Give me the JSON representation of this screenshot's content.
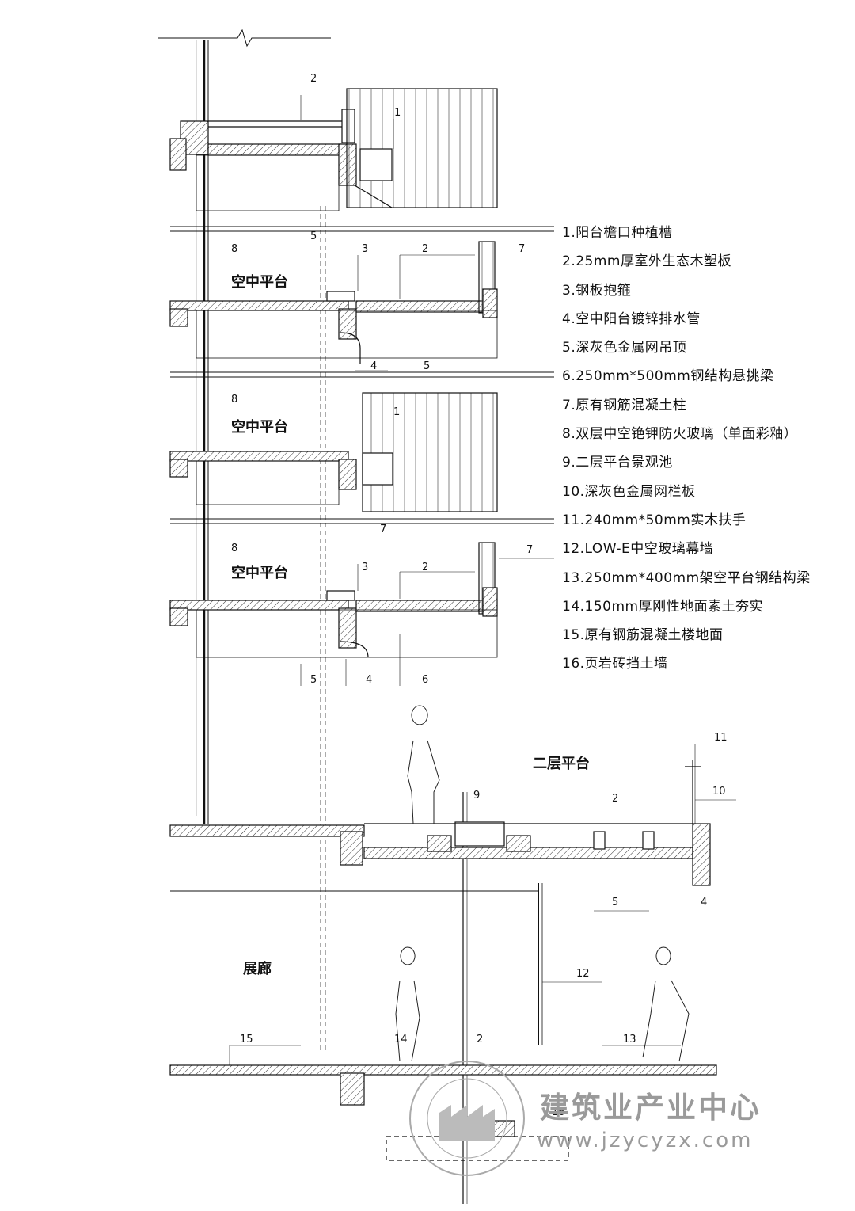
{
  "legend": [
    "1.阳台檐口种植槽",
    "2.25mm厚室外生态木塑板",
    "3.钢板抱箍",
    "4.空中阳台镀锌排水管",
    "5.深灰色金属网吊顶",
    "6.250mm*500mm钢结构悬挑梁",
    "7.原有钢筋混凝土柱",
    "8.双层中空铯钾防火玻璃（单面彩釉）",
    "9.二层平台景观池",
    "10.深灰色金属网栏板",
    "11.240mm*50mm实木扶手",
    "12.LOW-E中空玻璃幕墙",
    "13.250mm*400mm架空平台钢结构梁",
    "14.150mm厚刚性地面素土夯实",
    "15.原有钢筋混凝土楼地面",
    "16.页岩砖挡土墙"
  ],
  "rooms": {
    "sky1": "空中平台",
    "sky2": "空中平台",
    "sky3": "空中平台",
    "level2": "二层平台",
    "gallery": "展廊"
  },
  "callouts": {
    "a": "2",
    "b": "1",
    "c": "5",
    "d": "8",
    "e": "3",
    "f": "2",
    "g": "7",
    "h": "4",
    "i": "5",
    "j": "8",
    "k": "1",
    "l": "7",
    "m": "8",
    "n": "3",
    "o": "2",
    "p": "7",
    "q": "5",
    "r": "4",
    "s": "6",
    "t": "11",
    "u": "9",
    "v": "2",
    "w": "10",
    "x": "5",
    "y": "4",
    "z": "12",
    "aa": "15",
    "ab": "14",
    "ac": "2",
    "ad": "13",
    "ae": "16"
  },
  "watermark": {
    "name": "建筑业产业中心",
    "url": "www.jzycyzx.com"
  },
  "colors": {
    "line": "#111111",
    "watermark": "#9a9a9a"
  }
}
